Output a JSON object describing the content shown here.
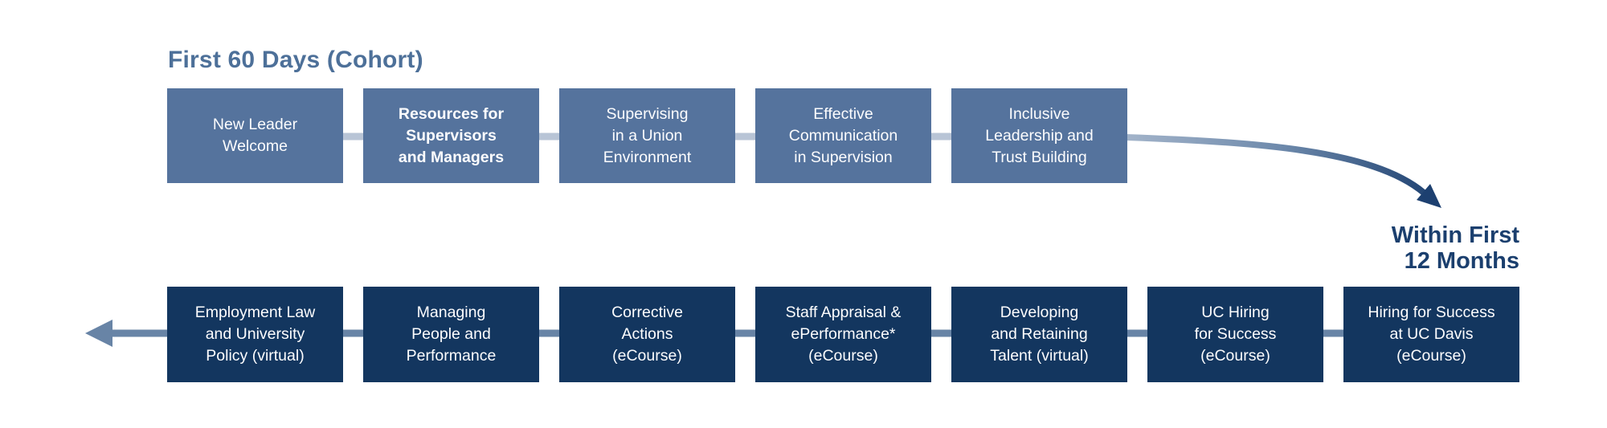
{
  "diagram": {
    "phase1": {
      "title": "First 60 Days (Cohort)",
      "courses": [
        {
          "label": "New Leader\nWelcome",
          "emphasis": false
        },
        {
          "label": "Resources for\nSupervisors\nand Managers",
          "emphasis": true
        },
        {
          "label": "Supervising\nin a Union\nEnvironment",
          "emphasis": false
        },
        {
          "label": "Effective\nCommunication\nin Supervision",
          "emphasis": false
        },
        {
          "label": "Inclusive\nLeadership and\nTrust Building",
          "emphasis": false
        }
      ]
    },
    "phase2": {
      "title": "Within First\n12 Months",
      "courses": [
        {
          "label": "Employment Law\nand University\nPolicy (virtual)"
        },
        {
          "label": "Managing\nPeople and\nPerformance"
        },
        {
          "label": "Corrective\nActions\n(eCourse)"
        },
        {
          "label": "Staff Appraisal &\nePerformance*\n(eCourse)"
        },
        {
          "label": "Developing\nand Retaining\nTalent (virtual)"
        },
        {
          "label": "UC Hiring\nfor Success\n(eCourse)"
        },
        {
          "label": "Hiring for Success\nat UC Davis\n(eCourse)"
        }
      ]
    },
    "flow": {
      "phase1_to_phase2": "curved arrow from Inclusive Leadership and Trust Building down to Within First 12 Months",
      "phase2_direction": "right to left arrow"
    },
    "colors": {
      "background": "#ffffff",
      "phase1_box": "#55739d",
      "phase2_box": "#13365f",
      "phase1_title_text": "#4d7099",
      "phase2_title_text": "#1b3f6e",
      "box_text": "#fdfdfe",
      "connector_light": "#b8c4d6",
      "connector_dark": "#6884a6",
      "curve_arrow_end": "#1d4070"
    }
  }
}
